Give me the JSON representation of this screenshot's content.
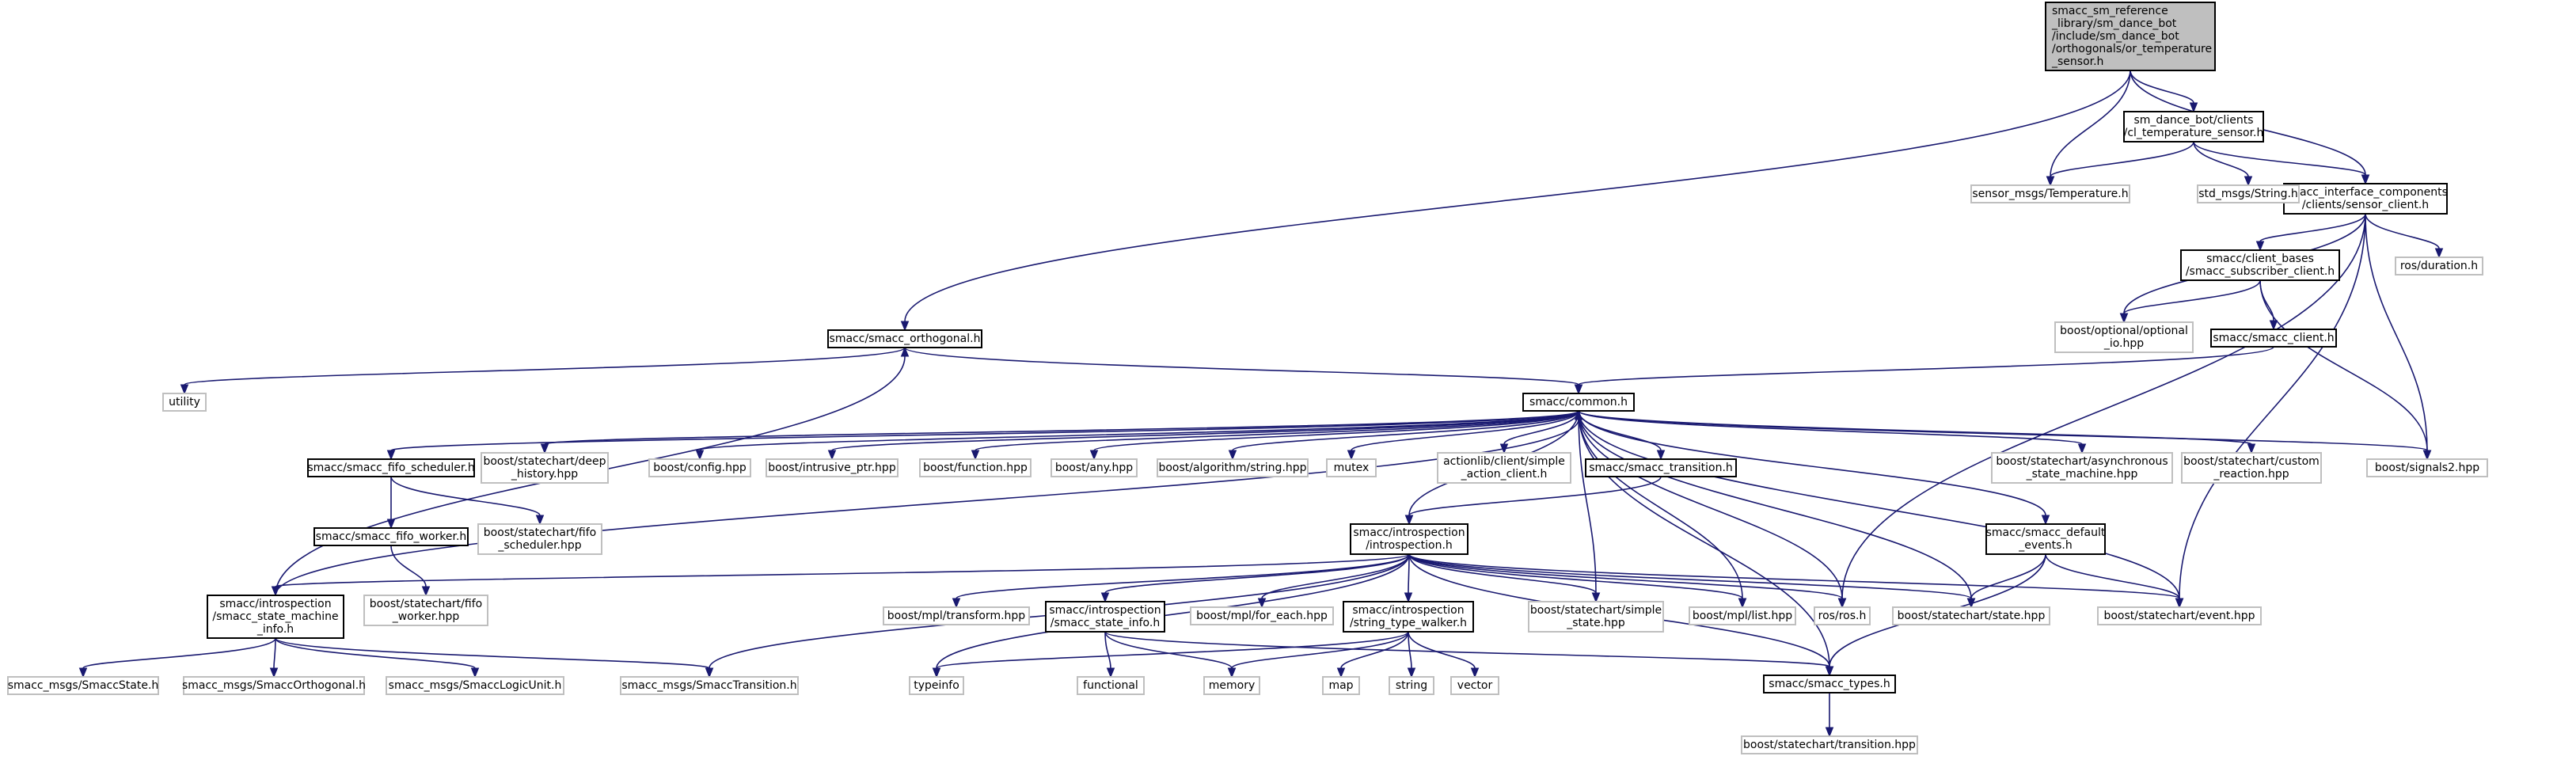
{
  "diagram": {
    "colors": {
      "edge": "#191970",
      "root_fill": "#bfbfbf",
      "main_border": "#000000",
      "external_border": "#bfbfbf"
    },
    "nodes": [
      {
        "id": "root",
        "kind": "root",
        "lines": [
          "smacc_sm_reference",
          "_library/sm_dance_bot",
          "/include/sm_dance_bot",
          "/orthogonals/or_temperature",
          "_sensor.h"
        ]
      },
      {
        "id": "cl_temp",
        "kind": "main",
        "lines": [
          "sm_dance_bot/clients",
          "/cl_temperature_sensor.h"
        ]
      },
      {
        "id": "sensor_client",
        "kind": "main",
        "lines": [
          "smacc_interface_components",
          "/clients/sensor_client.h"
        ]
      },
      {
        "id": "sensor_msgs",
        "kind": "ext",
        "lines": [
          "sensor_msgs/Temperature.h"
        ]
      },
      {
        "id": "std_msgs",
        "kind": "ext",
        "lines": [
          "std_msgs/String.h"
        ]
      },
      {
        "id": "ros_duration",
        "kind": "ext",
        "lines": [
          "ros/duration.h"
        ]
      },
      {
        "id": "subscriber_client",
        "kind": "main",
        "lines": [
          "smacc/client_bases",
          "/smacc_subscriber_client.h"
        ]
      },
      {
        "id": "optional_io",
        "kind": "ext",
        "lines": [
          "boost/optional/optional",
          "_io.hpp"
        ]
      },
      {
        "id": "smacc_client",
        "kind": "main",
        "lines": [
          "smacc/smacc_client.h"
        ]
      },
      {
        "id": "orthogonal",
        "kind": "main",
        "lines": [
          "smacc/smacc_orthogonal.h"
        ]
      },
      {
        "id": "utility",
        "kind": "ext",
        "lines": [
          "utility"
        ]
      },
      {
        "id": "common",
        "kind": "main",
        "lines": [
          "smacc/common.h"
        ]
      },
      {
        "id": "fifo_scheduler",
        "kind": "main",
        "lines": [
          "smacc/smacc_fifo_scheduler.h"
        ]
      },
      {
        "id": "deep_history",
        "kind": "ext",
        "lines": [
          "boost/statechart/deep",
          "_history.hpp"
        ]
      },
      {
        "id": "config",
        "kind": "ext",
        "lines": [
          "boost/config.hpp"
        ]
      },
      {
        "id": "intrusive_ptr",
        "kind": "ext",
        "lines": [
          "boost/intrusive_ptr.hpp"
        ]
      },
      {
        "id": "function",
        "kind": "ext",
        "lines": [
          "boost/function.hpp"
        ]
      },
      {
        "id": "any",
        "kind": "ext",
        "lines": [
          "boost/any.hpp"
        ]
      },
      {
        "id": "algorithm_string",
        "kind": "ext",
        "lines": [
          "boost/algorithm/string.hpp"
        ]
      },
      {
        "id": "mutex",
        "kind": "ext",
        "lines": [
          "mutex"
        ]
      },
      {
        "id": "simple_action_client",
        "kind": "ext",
        "lines": [
          "actionlib/client/simple",
          "_action_client.h"
        ]
      },
      {
        "id": "smacc_transition",
        "kind": "main",
        "lines": [
          "smacc/smacc_transition.h"
        ]
      },
      {
        "id": "async_sm",
        "kind": "ext",
        "lines": [
          "boost/statechart/asynchronous",
          "_state_machine.hpp"
        ]
      },
      {
        "id": "custom_reaction",
        "kind": "ext",
        "lines": [
          "boost/statechart/custom",
          "_reaction.hpp"
        ]
      },
      {
        "id": "signals2",
        "kind": "ext",
        "lines": [
          "boost/signals2.hpp"
        ]
      },
      {
        "id": "fifo_worker",
        "kind": "main",
        "lines": [
          "smacc/smacc_fifo_worker.h"
        ]
      },
      {
        "id": "fifo_scheduler_hpp",
        "kind": "ext",
        "lines": [
          "boost/statechart/fifo",
          "_scheduler.hpp"
        ]
      },
      {
        "id": "introspection",
        "kind": "main",
        "lines": [
          "smacc/introspection",
          "/introspection.h"
        ]
      },
      {
        "id": "default_events",
        "kind": "main",
        "lines": [
          "smacc/smacc_default",
          "_events.h"
        ]
      },
      {
        "id": "fifo_worker_hpp",
        "kind": "ext",
        "lines": [
          "boost/statechart/fifo",
          "_worker.hpp"
        ]
      },
      {
        "id": "sm_info",
        "kind": "main",
        "lines": [
          "smacc/introspection",
          "/smacc_state_machine",
          "_info.h"
        ]
      },
      {
        "id": "mpl_transform",
        "kind": "ext",
        "lines": [
          "boost/mpl/transform.hpp"
        ]
      },
      {
        "id": "state_info",
        "kind": "main",
        "lines": [
          "smacc/introspection",
          "/smacc_state_info.h"
        ]
      },
      {
        "id": "mpl_for_each",
        "kind": "ext",
        "lines": [
          "boost/mpl/for_each.hpp"
        ]
      },
      {
        "id": "string_type_walker",
        "kind": "main",
        "lines": [
          "smacc/introspection",
          "/string_type_walker.h"
        ]
      },
      {
        "id": "simple_state",
        "kind": "ext",
        "lines": [
          "boost/statechart/simple",
          "_state.hpp"
        ]
      },
      {
        "id": "mpl_list",
        "kind": "ext",
        "lines": [
          "boost/mpl/list.hpp"
        ]
      },
      {
        "id": "ros_h",
        "kind": "ext",
        "lines": [
          "ros/ros.h"
        ]
      },
      {
        "id": "state_hpp",
        "kind": "ext",
        "lines": [
          "boost/statechart/state.hpp"
        ]
      },
      {
        "id": "event_hpp",
        "kind": "ext",
        "lines": [
          "boost/statechart/event.hpp"
        ]
      },
      {
        "id": "smacc_state_msg",
        "kind": "ext",
        "lines": [
          "smacc_msgs/SmaccState.h"
        ]
      },
      {
        "id": "smacc_orthogonal_msg",
        "kind": "ext",
        "lines": [
          "smacc_msgs/SmaccOrthogonal.h"
        ]
      },
      {
        "id": "smacc_logic_unit_msg",
        "kind": "ext",
        "lines": [
          "smacc_msgs/SmaccLogicUnit.h"
        ]
      },
      {
        "id": "smacc_transition_msg",
        "kind": "ext",
        "lines": [
          "smacc_msgs/SmaccTransition.h"
        ]
      },
      {
        "id": "typeinfo",
        "kind": "ext",
        "lines": [
          "typeinfo"
        ]
      },
      {
        "id": "functional",
        "kind": "ext",
        "lines": [
          "functional"
        ]
      },
      {
        "id": "memory",
        "kind": "ext",
        "lines": [
          "memory"
        ]
      },
      {
        "id": "map",
        "kind": "ext",
        "lines": [
          "map"
        ]
      },
      {
        "id": "string",
        "kind": "ext",
        "lines": [
          "string"
        ]
      },
      {
        "id": "vector",
        "kind": "ext",
        "lines": [
          "vector"
        ]
      },
      {
        "id": "smacc_types",
        "kind": "main",
        "lines": [
          "smacc/smacc_types.h"
        ]
      },
      {
        "id": "transition_hpp",
        "kind": "ext",
        "lines": [
          "boost/statechart/transition.hpp"
        ]
      }
    ],
    "edges": [
      [
        "root",
        "cl_temp"
      ],
      [
        "root",
        "sensor_client"
      ],
      [
        "root",
        "sensor_msgs"
      ],
      [
        "root",
        "orthogonal"
      ],
      [
        "cl_temp",
        "sensor_msgs"
      ],
      [
        "cl_temp",
        "std_msgs"
      ],
      [
        "cl_temp",
        "sensor_client"
      ],
      [
        "sensor_client",
        "ros_duration"
      ],
      [
        "sensor_client",
        "subscriber_client"
      ],
      [
        "sensor_client",
        "optional_io"
      ],
      [
        "sensor_client",
        "signals2"
      ],
      [
        "sensor_client",
        "ros_h"
      ],
      [
        "sensor_client",
        "event_hpp"
      ],
      [
        "subscriber_client",
        "optional_io"
      ],
      [
        "subscriber_client",
        "smacc_client"
      ],
      [
        "subscriber_client",
        "signals2"
      ],
      [
        "smacc_client",
        "common"
      ],
      [
        "orthogonal",
        "utility"
      ],
      [
        "orthogonal",
        "common"
      ],
      [
        "common",
        "fifo_scheduler"
      ],
      [
        "common",
        "deep_history"
      ],
      [
        "common",
        "config"
      ],
      [
        "common",
        "intrusive_ptr"
      ],
      [
        "common",
        "function"
      ],
      [
        "common",
        "any"
      ],
      [
        "common",
        "algorithm_string"
      ],
      [
        "common",
        "mutex"
      ],
      [
        "common",
        "simple_action_client"
      ],
      [
        "common",
        "smacc_transition"
      ],
      [
        "common",
        "async_sm"
      ],
      [
        "common",
        "custom_reaction"
      ],
      [
        "common",
        "signals2"
      ],
      [
        "common",
        "introspection"
      ],
      [
        "common",
        "default_events"
      ],
      [
        "common",
        "simple_state"
      ],
      [
        "common",
        "mpl_list"
      ],
      [
        "common",
        "ros_h"
      ],
      [
        "common",
        "state_hpp"
      ],
      [
        "common",
        "event_hpp"
      ],
      [
        "common",
        "smacc_types"
      ],
      [
        "fifo_scheduler",
        "fifo_worker"
      ],
      [
        "fifo_scheduler",
        "fifo_scheduler_hpp"
      ],
      [
        "fifo_worker",
        "fifo_worker_hpp"
      ],
      [
        "smacc_transition",
        "introspection"
      ],
      [
        "introspection",
        "sm_info"
      ],
      [
        "introspection",
        "mpl_transform"
      ],
      [
        "introspection",
        "state_info"
      ],
      [
        "introspection",
        "mpl_for_each"
      ],
      [
        "introspection",
        "string_type_walker"
      ],
      [
        "introspection",
        "simple_state"
      ],
      [
        "introspection",
        "mpl_list"
      ],
      [
        "introspection",
        "ros_h"
      ],
      [
        "introspection",
        "state_hpp"
      ],
      [
        "introspection",
        "event_hpp"
      ],
      [
        "introspection",
        "typeinfo"
      ],
      [
        "introspection",
        "smacc_transition_msg"
      ],
      [
        "introspection",
        "smacc_types"
      ],
      [
        "default_events",
        "state_hpp"
      ],
      [
        "default_events",
        "event_hpp"
      ],
      [
        "default_events",
        "smacc_types"
      ],
      [
        "sm_info",
        "orthogonal"
      ],
      [
        "sm_info",
        "common"
      ],
      [
        "sm_info",
        "smacc_state_msg"
      ],
      [
        "sm_info",
        "smacc_orthogonal_msg"
      ],
      [
        "sm_info",
        "smacc_logic_unit_msg"
      ],
      [
        "sm_info",
        "smacc_transition_msg"
      ],
      [
        "state_info",
        "functional"
      ],
      [
        "state_info",
        "memory"
      ],
      [
        "state_info",
        "smacc_types"
      ],
      [
        "string_type_walker",
        "typeinfo"
      ],
      [
        "string_type_walker",
        "memory"
      ],
      [
        "string_type_walker",
        "map"
      ],
      [
        "string_type_walker",
        "string"
      ],
      [
        "string_type_walker",
        "vector"
      ],
      [
        "smacc_types",
        "transition_hpp"
      ]
    ]
  }
}
